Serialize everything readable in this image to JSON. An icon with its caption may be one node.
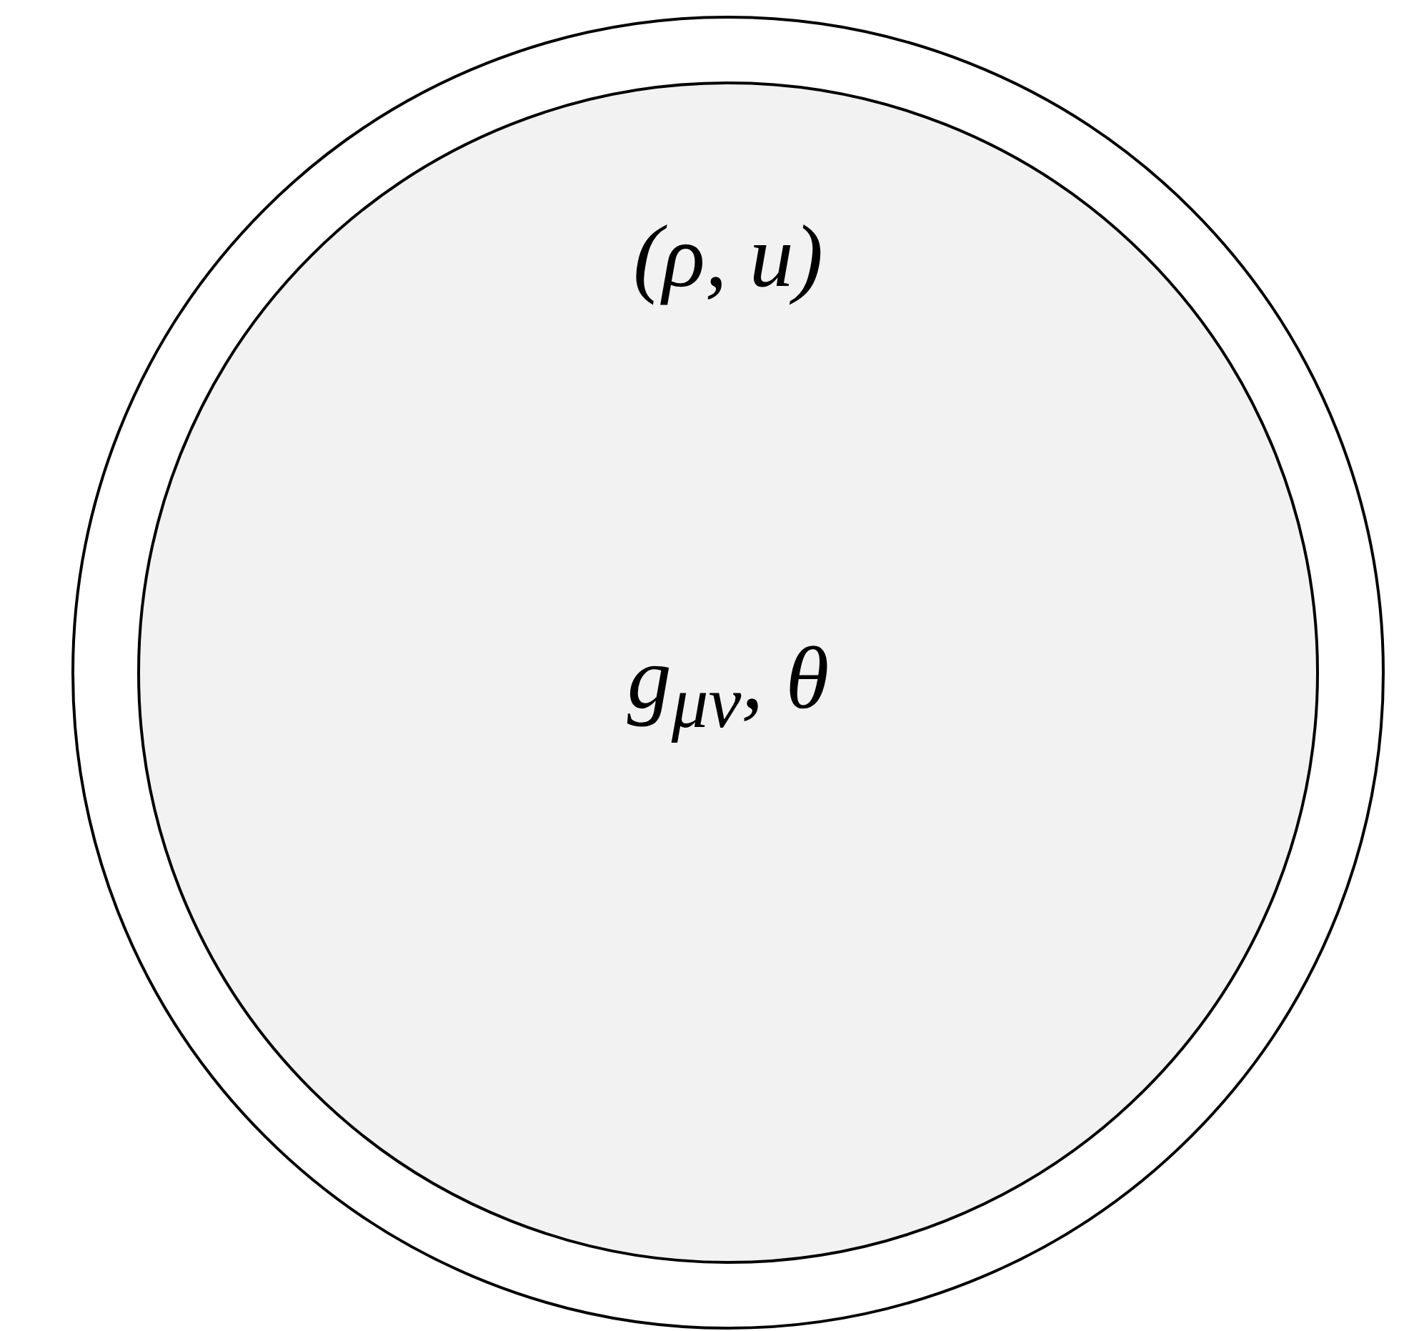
{
  "diagram": {
    "nodes": [
      {
        "text": [],
        "shape": "circle"
      },
      {
        "text": [
          "(ρ, u)",
          "g$_{μν}$, θ"
        ],
        "in": 0
      }
    ]
  }
}
